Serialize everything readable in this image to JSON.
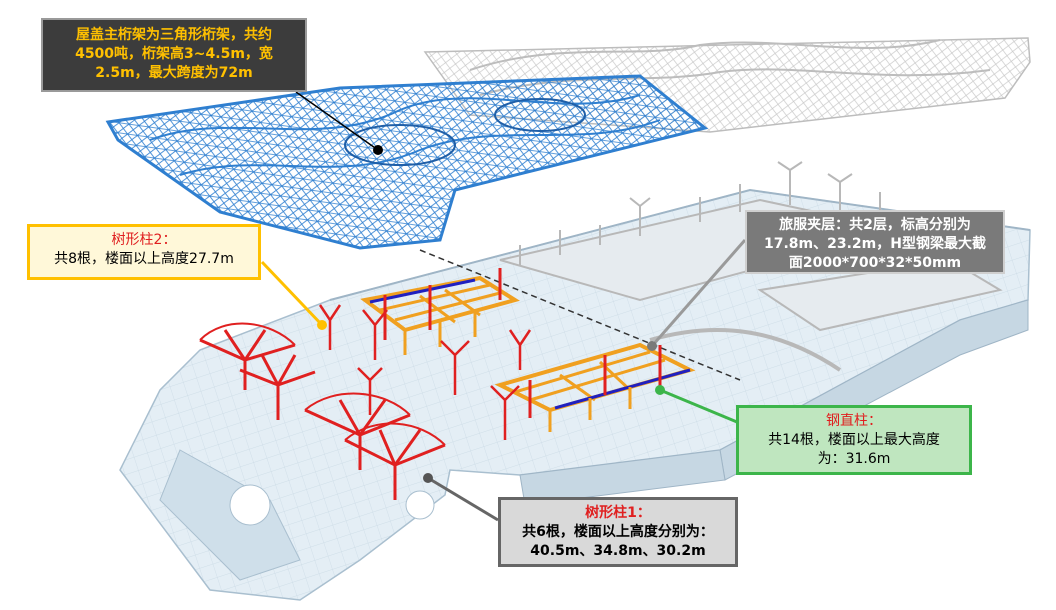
{
  "callouts": {
    "roof": {
      "lines": [
        "屋盖主桁架为三角形桁架，共约",
        "4500吨，桁架高3~4.5m，宽",
        "2.5m，最大跨度为72m"
      ]
    },
    "tree_column_2": {
      "title": "树形柱2：",
      "lines": [
        "共8根，楼面以上高度27.7m"
      ]
    },
    "mezzanine": {
      "lines": [
        "旅服夹层：共2层，标高分别为",
        "17.8m、23.2m，H型钢梁最大截",
        "面2000*700*32*50mm"
      ]
    },
    "steel_column": {
      "title": "钢直柱：",
      "lines": [
        "共14根，楼面以上最大高度",
        "为：31.6m"
      ]
    },
    "tree_column_1": {
      "title": "树形柱1：",
      "lines": [
        "共6根，楼面以上高度分别为：",
        "40.5m、34.8m、30.2m"
      ]
    }
  },
  "colors": {
    "roof_truss": "#2f7fd0",
    "roof_ghost": "#cfcfcf",
    "floor_slab": "#dbeaf4",
    "tree_column": "#e02020",
    "mezzanine_beam": "#f0a020",
    "steel_column": "#2020c0"
  }
}
